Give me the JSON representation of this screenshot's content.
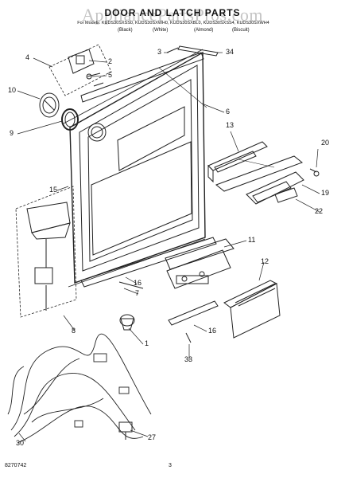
{
  "header": {
    "watermark": "AppliancePartsPros.com",
    "title": "DOOR AND LATCH PARTS",
    "models_line": "For Models: KUDS30SXSS0, KUDS30SXWH0, KUDS30SXBL0, KUDS30SXSS4, KUDS30SXWH4",
    "colors": [
      "(Black)",
      "(White)",
      "(Almond)",
      "(Biscuit)"
    ]
  },
  "callouts": [
    "4",
    "2",
    "5",
    "3",
    "34",
    "10",
    "9",
    "6",
    "13",
    "20",
    "15",
    "19",
    "22",
    "11",
    "12",
    "16",
    "7",
    "1",
    "8",
    "16",
    "33",
    "30",
    "27"
  ],
  "footer": {
    "code": "8270742",
    "page": "3"
  }
}
